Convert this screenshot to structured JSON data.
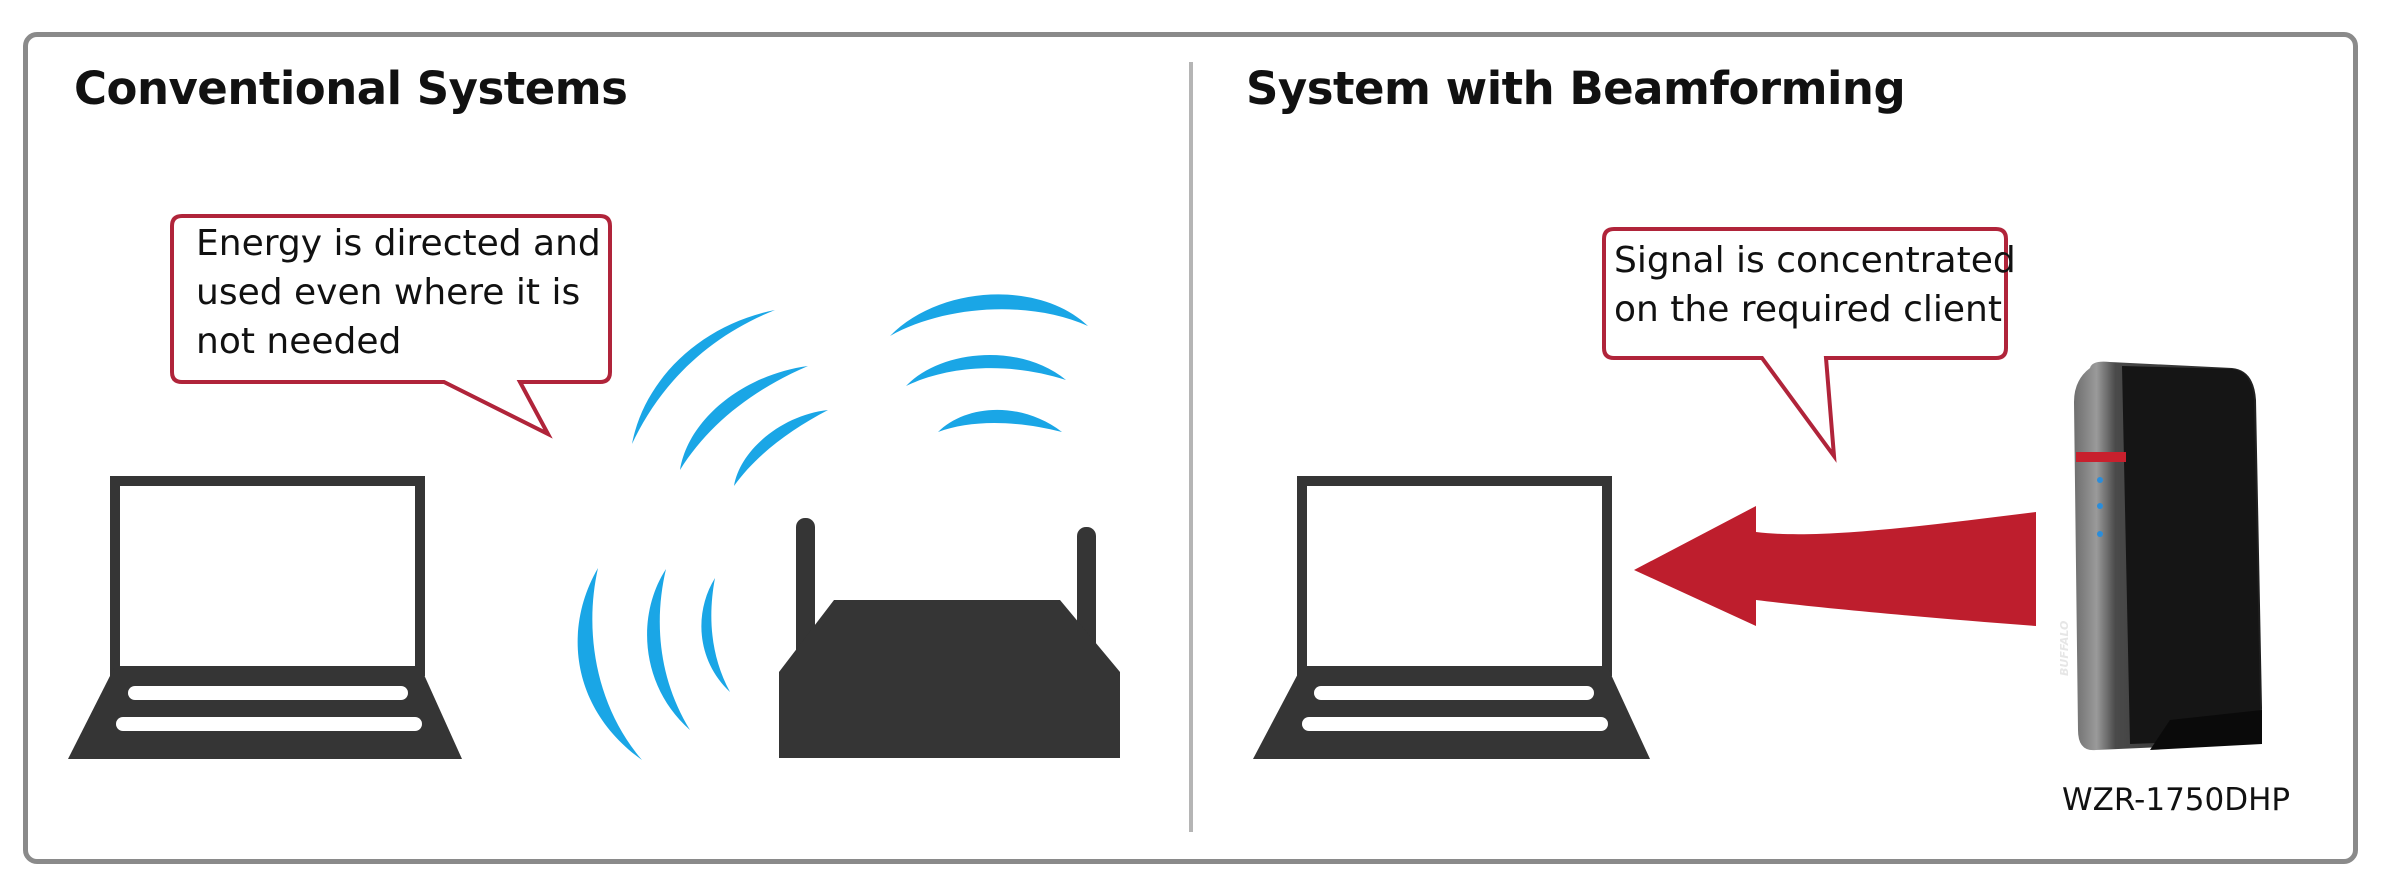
{
  "panels": {
    "left": {
      "title": "Conventional Systems",
      "callout": [
        "Energy is directed and",
        "used even where it is",
        "not needed"
      ]
    },
    "right": {
      "title": "System with Beamforming",
      "callout": [
        "Signal is concentrated",
        "on the required client"
      ],
      "device_label": "WZR-1750DHP",
      "device_logo": "BUFFALO"
    }
  },
  "colors": {
    "frame": "#8a8a8a",
    "callout_border": "#b0243a",
    "signal_wave": "#1aa6e6",
    "beam_arrow": "#be1e2d",
    "device_dark": "#3a3a3a"
  },
  "icons": [
    "laptop-icon",
    "router-icon",
    "wifi-wave-icon",
    "beam-arrow-icon",
    "buffalo-router-icon"
  ]
}
